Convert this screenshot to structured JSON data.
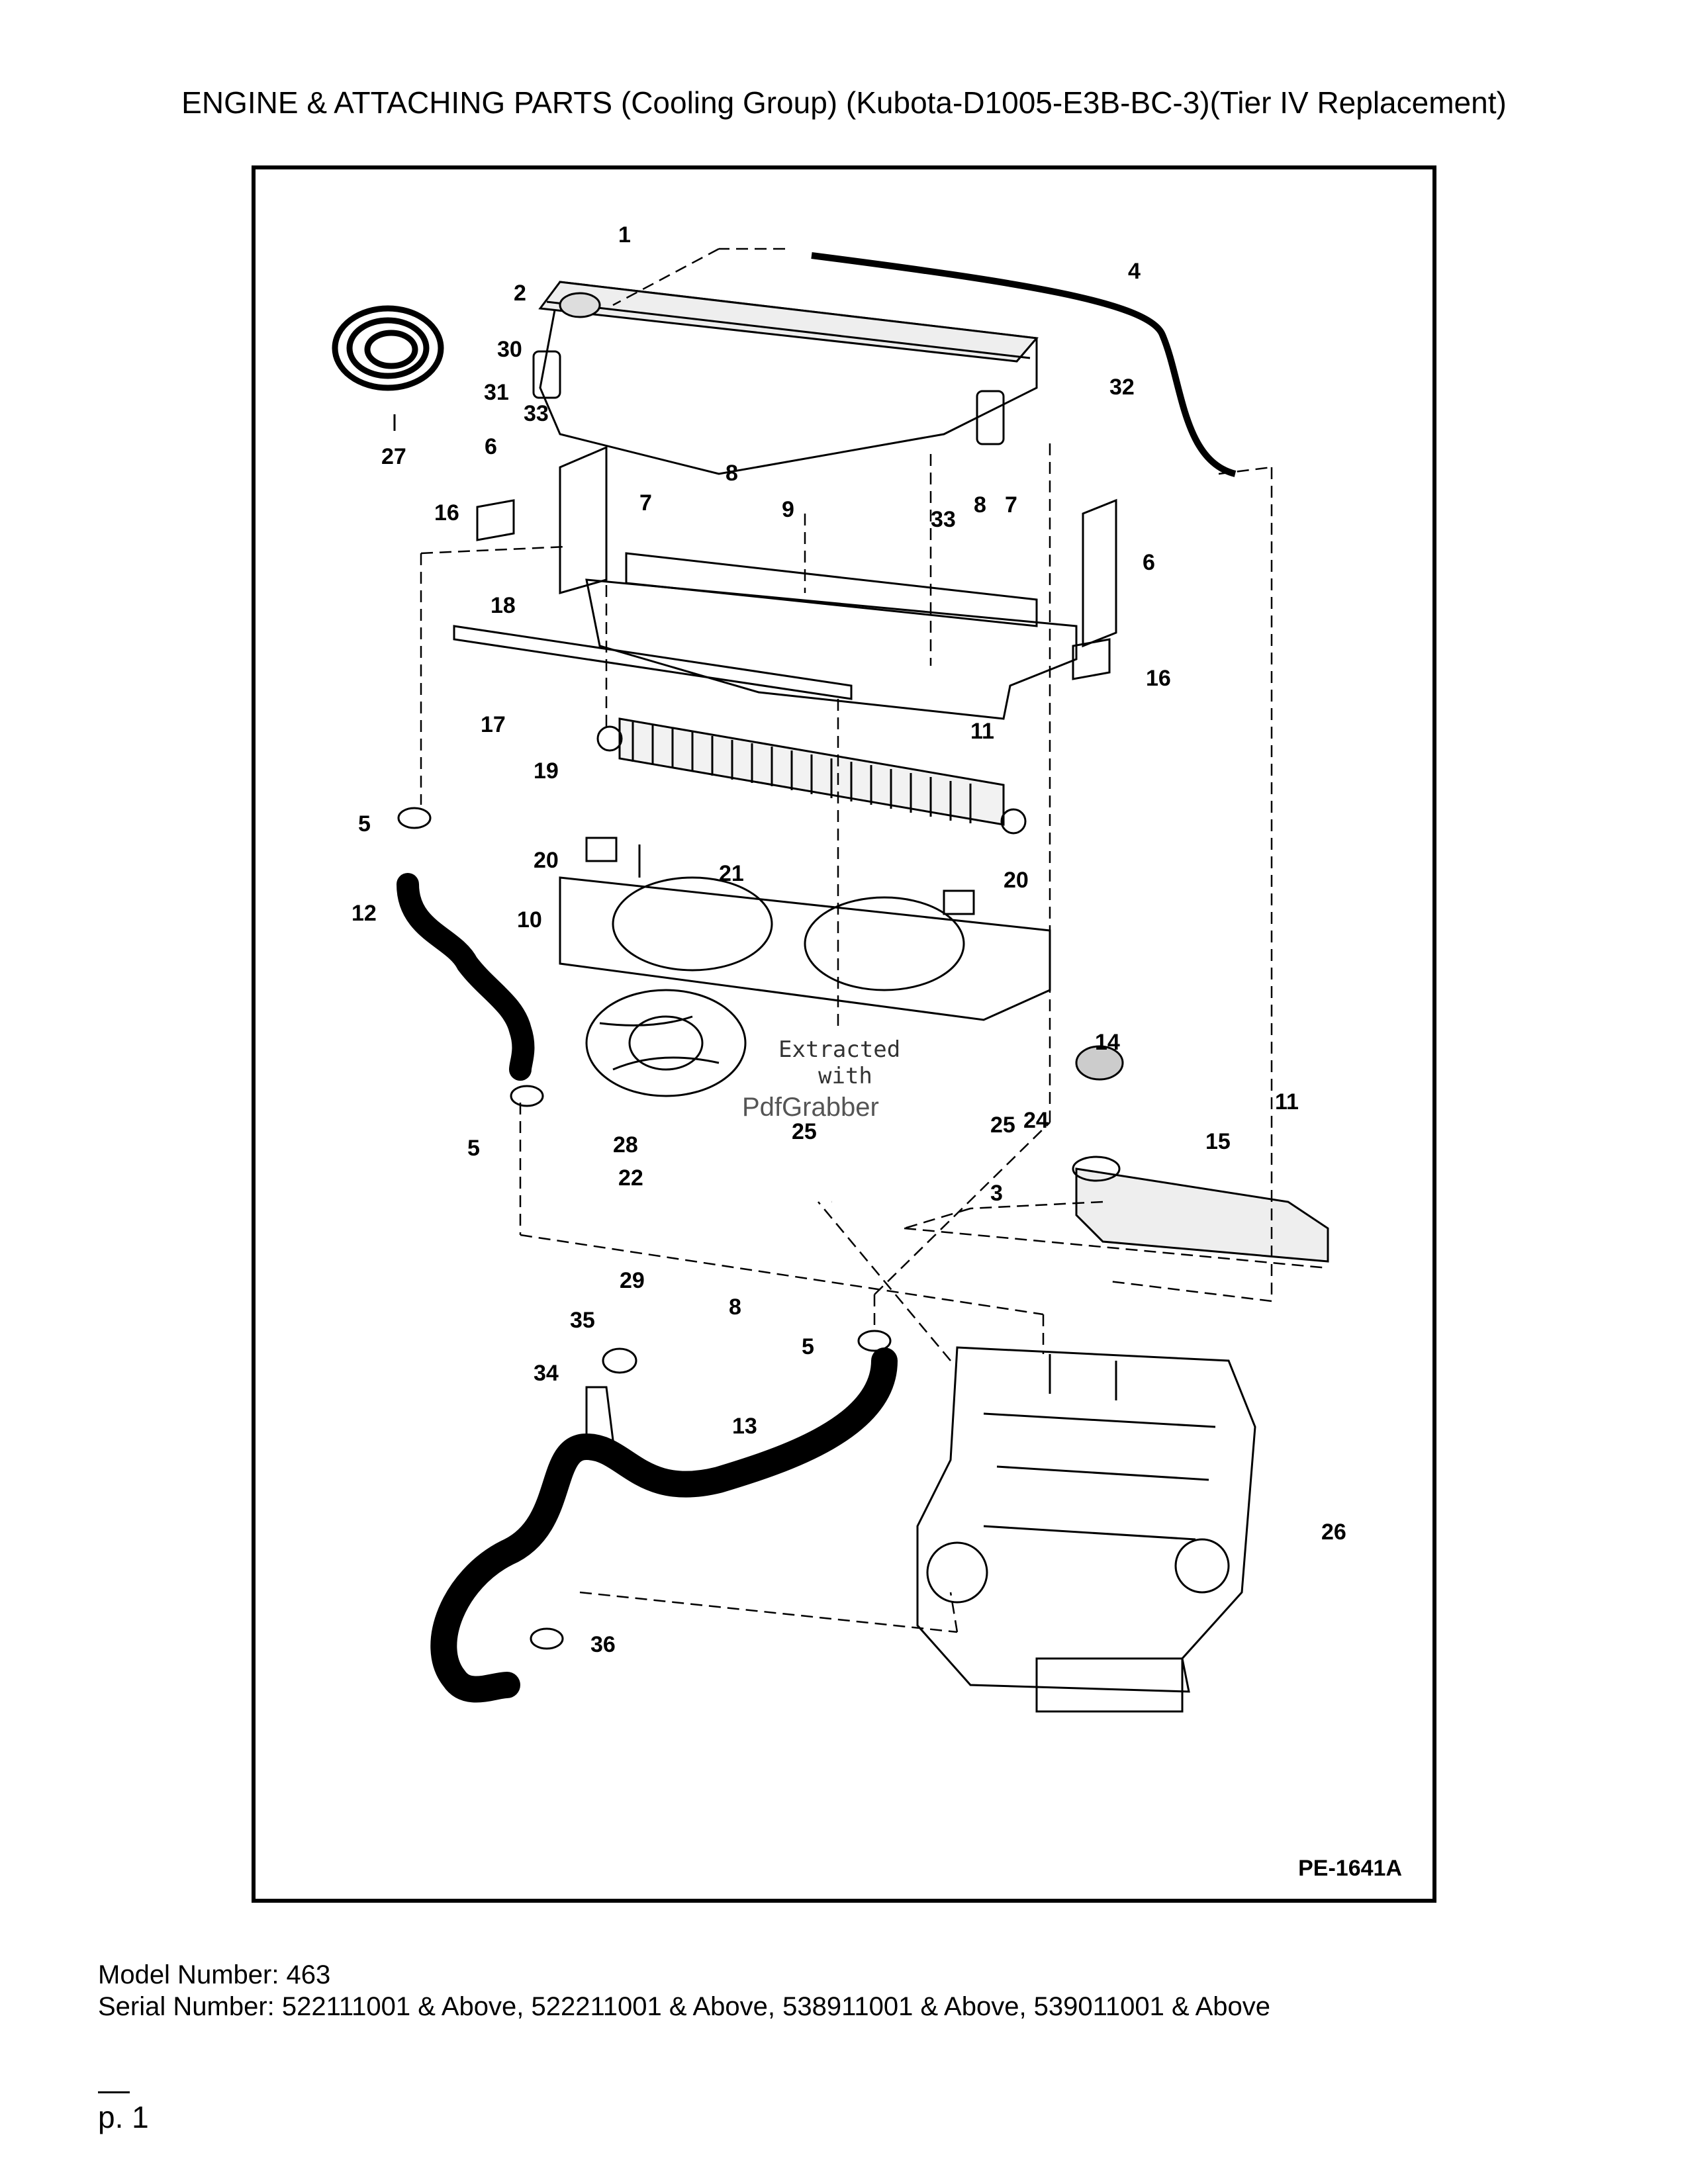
{
  "title": "ENGINE & ATTACHING PARTS (Cooling Group) (Kubota-D1005-E3B-BC-3)(Tier IV Replacement)",
  "diagram": {
    "code": "PE-1641A",
    "watermark": {
      "line1": "Extracted",
      "line2": "with",
      "line3": "PdfGrabber"
    },
    "callouts": [
      {
        "id": "c1",
        "label": "1"
      },
      {
        "id": "c2",
        "label": "2"
      },
      {
        "id": "c30",
        "label": "30"
      },
      {
        "id": "c31",
        "label": "31"
      },
      {
        "id": "c33a",
        "label": "33"
      },
      {
        "id": "c27",
        "label": "27"
      },
      {
        "id": "c4",
        "label": "4"
      },
      {
        "id": "c32",
        "label": "32"
      },
      {
        "id": "c6a",
        "label": "6"
      },
      {
        "id": "c7a",
        "label": "7"
      },
      {
        "id": "c8a",
        "label": "8"
      },
      {
        "id": "c16a",
        "label": "16"
      },
      {
        "id": "c9",
        "label": "9"
      },
      {
        "id": "c33b",
        "label": "33"
      },
      {
        "id": "c8b",
        "label": "8"
      },
      {
        "id": "c7b",
        "label": "7"
      },
      {
        "id": "c6b",
        "label": "6"
      },
      {
        "id": "c18",
        "label": "18"
      },
      {
        "id": "c16b",
        "label": "16"
      },
      {
        "id": "c17",
        "label": "17"
      },
      {
        "id": "c11a",
        "label": "11"
      },
      {
        "id": "c19",
        "label": "19"
      },
      {
        "id": "c5a",
        "label": "5"
      },
      {
        "id": "c20a",
        "label": "20"
      },
      {
        "id": "c21",
        "label": "21"
      },
      {
        "id": "c20b",
        "label": "20"
      },
      {
        "id": "c12",
        "label": "12"
      },
      {
        "id": "c10",
        "label": "10"
      },
      {
        "id": "c14",
        "label": "14"
      },
      {
        "id": "c11b",
        "label": "11"
      },
      {
        "id": "c25a",
        "label": "25"
      },
      {
        "id": "c24",
        "label": "24"
      },
      {
        "id": "c15",
        "label": "15"
      },
      {
        "id": "c5b",
        "label": "5"
      },
      {
        "id": "c28",
        "label": "28"
      },
      {
        "id": "c25b",
        "label": "25"
      },
      {
        "id": "c22",
        "label": "22"
      },
      {
        "id": "c3",
        "label": "3"
      },
      {
        "id": "c29",
        "label": "29"
      },
      {
        "id": "c8c",
        "label": "8"
      },
      {
        "id": "c35",
        "label": "35"
      },
      {
        "id": "c5c",
        "label": "5"
      },
      {
        "id": "c34",
        "label": "34"
      },
      {
        "id": "c13",
        "label": "13"
      },
      {
        "id": "c26",
        "label": "26"
      },
      {
        "id": "c36",
        "label": "36"
      }
    ]
  },
  "footer": {
    "model": "Model Number: 463",
    "serial": "Serial Number: 522111001 & Above, 522211001 & Above, 538911001 & Above, 539011001 & Above",
    "page": "p. 1"
  }
}
